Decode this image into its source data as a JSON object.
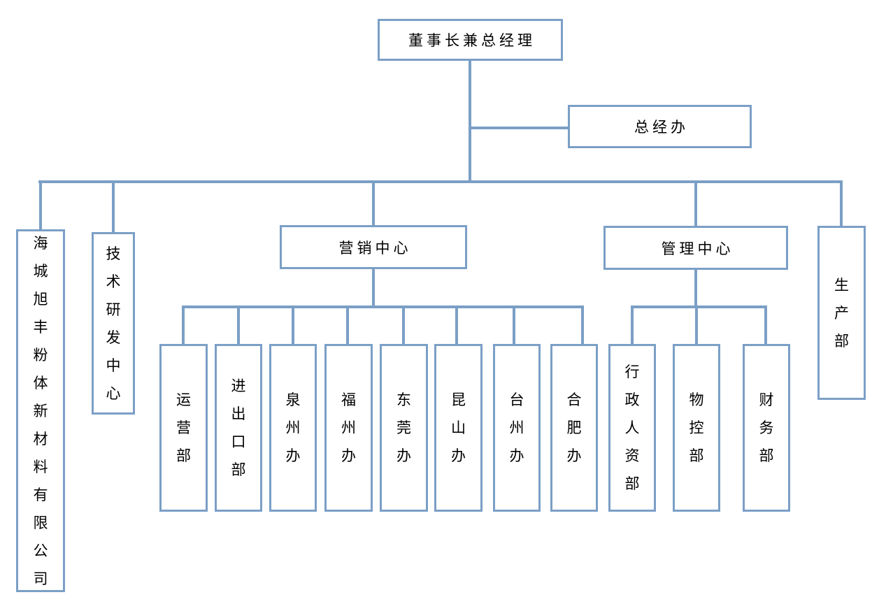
{
  "colors": {
    "line": "#7B9FC6",
    "text": "#000000",
    "background": "#FFFFFF"
  },
  "org": {
    "root": {
      "label": "董事长兼总经理"
    },
    "staff": {
      "label": "总经办"
    },
    "branches": {
      "company": {
        "label": "海城旭丰粉体新材料有限公司"
      },
      "rd_center": {
        "label": "技术研发中心"
      },
      "marketing_center": {
        "label": "营销中心",
        "children": [
          {
            "label": "运营部"
          },
          {
            "label": "进出口部"
          },
          {
            "label": "泉州办"
          },
          {
            "label": "福州办"
          },
          {
            "label": "东莞办"
          },
          {
            "label": "昆山办"
          },
          {
            "label": "台州办"
          },
          {
            "label": "合肥办"
          }
        ]
      },
      "management_center": {
        "label": "管理中心",
        "children": [
          {
            "label": "行政人资部"
          },
          {
            "label": "物控部"
          },
          {
            "label": "财务部"
          }
        ]
      },
      "production_dept": {
        "label": "生产部"
      }
    }
  }
}
